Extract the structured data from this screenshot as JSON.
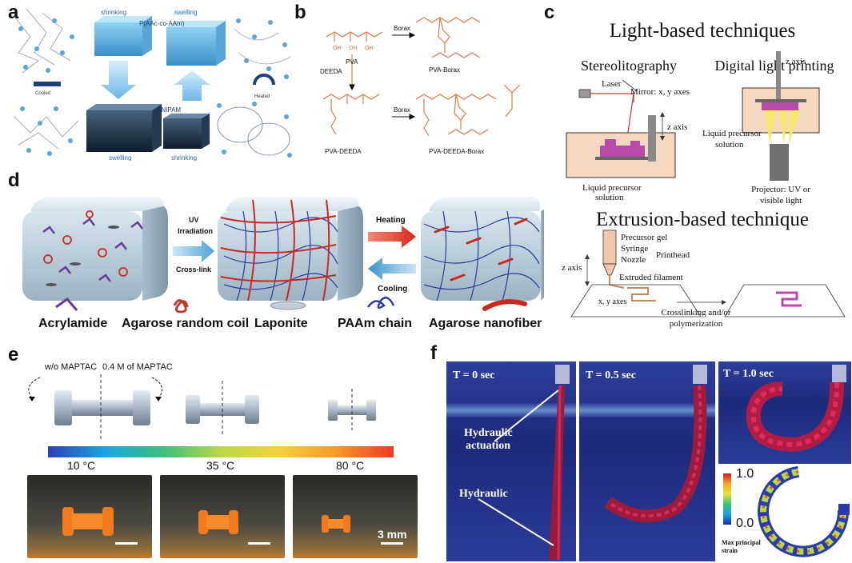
{
  "panels": {
    "a": {
      "label": "a",
      "shrinking_top": "shrinking",
      "swelling_top": "swelling",
      "copolymer": "P(AAc-co-AAm)",
      "cooled": "Cooled",
      "heated": "Heated",
      "pnipam": "PNIPAM",
      "swelling_bottom": "swelling",
      "shrinking_bottom": "shrinking"
    },
    "b": {
      "label": "b",
      "pva": "PVA",
      "borax1": "Borax",
      "pva_borax": "PVA-Borax",
      "deeda": "DEEDA",
      "borax2": "Borax",
      "pva_deeda": "PVA-DEEDA",
      "pva_deeda_borax": "PVA-DEEDA-Borax",
      "oh": "OH"
    },
    "c": {
      "label": "c",
      "light_title": "Light-based techniques",
      "stereo": "Stereolitography",
      "dlp": "Digital light printing",
      "mirror": "Mirror: x, y axes",
      "laser": "Laser",
      "z_axis_1": "z axis",
      "z_axis_2": "z axis",
      "liquid_1_line1": "Liquid precursor",
      "liquid_1_line2": "solution",
      "liquid_2_line1": "Liquid precursor",
      "liquid_2_line2": "solution",
      "projector_line1": "Projector: UV or",
      "projector_line2": "visible light",
      "extrusion_title": "Extrusion-based technique",
      "precursor_gel": "Precursor gel",
      "syringe": "Syringe",
      "nozzle": "Nozzle",
      "printhead": "Printhead",
      "extruded": "Extruded filament",
      "z_axis_3": "z axis",
      "xy_axes": "x, y axes",
      "crosslink_line1": "Crosslinking and/or",
      "crosslink_line2": "polymerization"
    },
    "d": {
      "label": "d",
      "uv_line1": "UV",
      "uv_line2": "Irradiation",
      "uv_line3": "Cross-link",
      "heating": "Heating",
      "cooling": "Cooling",
      "legend": [
        "Acrylamide",
        "Agarose random coil",
        "Laponite",
        "PAAm chain",
        "Agarose nanofiber"
      ]
    },
    "e": {
      "label": "e",
      "wo": "w/o MAPTAC",
      "with": "0.4 M of MAPTAC",
      "temps": [
        "10 °C",
        "35 °C",
        "80 °C"
      ],
      "scale": "3 mm",
      "colorbar": [
        "#2c3fb8",
        "#1aa6e0",
        "#3cc07a",
        "#b9d94a",
        "#f4d23c",
        "#f49a2a",
        "#ef3a24"
      ]
    },
    "f": {
      "label": "f",
      "t0": "T = 0 sec",
      "t05": "T = 0.5 sec",
      "t10": "T = 1.0 sec",
      "hyd_act_line1": "Hydraulic",
      "hyd_act_line2": "actuation",
      "hydraulic": "Hydraulic",
      "cb_max": "1.0",
      "cb_min": "0.0",
      "strain_line1": "Max principal",
      "strain_line2": "strain"
    }
  }
}
